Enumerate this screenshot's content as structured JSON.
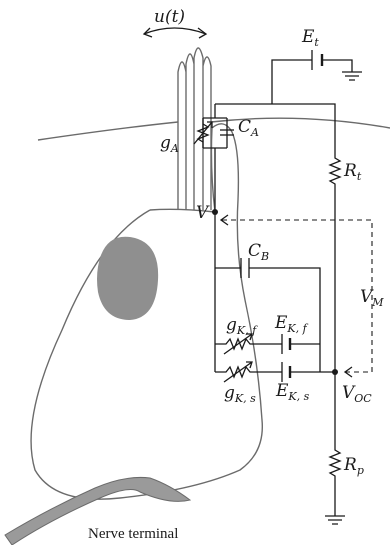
{
  "labels": {
    "u_t": "u(t)",
    "E": "E",
    "t": "t",
    "C": "C",
    "A": "A",
    "g": "g",
    "R": "R",
    "V": "V",
    "B": "B",
    "M": "M",
    "Kf": "K, f",
    "Ks": "K, s",
    "OC": "OC",
    "p": "p",
    "nerve_terminal": "Nerve terminal"
  },
  "colors": {
    "wire": "#1a1a1a",
    "cell_outline": "#6b6b6b",
    "nucleus": "#8f8f8f",
    "nerve_terminal": "#9a9a9a"
  }
}
